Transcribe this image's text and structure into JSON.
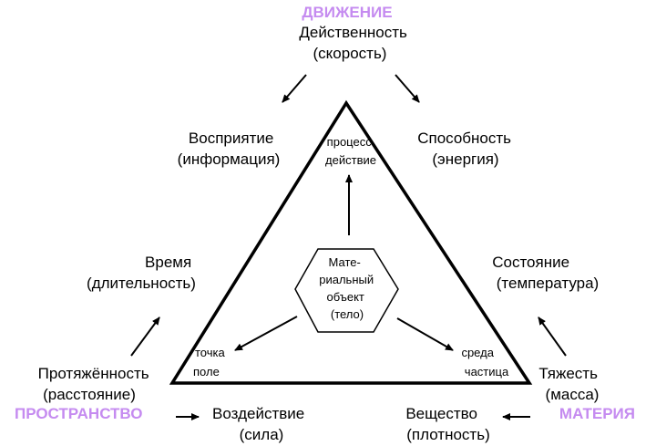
{
  "colors": {
    "accent": "#c58bf0",
    "line": "#000000"
  },
  "vertices": {
    "motion": "ДВИЖЕНИЕ",
    "space": "ПРОСТРАНСТВО",
    "matter": "МАТЕРИЯ"
  },
  "outer": {
    "action": [
      "Действенность",
      "(скорость)"
    ],
    "perception": [
      "Восприятие",
      "(информация)"
    ],
    "capability": [
      "Способность",
      "(энергия)"
    ],
    "time": [
      "Время",
      "(длительность)"
    ],
    "state": [
      "Состояние",
      "(температура)"
    ],
    "extension": [
      "Протяжённость",
      "(расстояние)"
    ],
    "weight": [
      "Тяжесть",
      "(масса)"
    ],
    "impact": [
      "Воздействие",
      "(сила)"
    ],
    "substance": [
      "Вещество",
      "(плотность)"
    ]
  },
  "inner": {
    "process": [
      "процесс",
      "действие"
    ],
    "point": [
      "точка",
      "поле"
    ],
    "medium": [
      "среда",
      "частица"
    ],
    "object": [
      "Мате-",
      "риальный",
      "объект",
      "(тело)"
    ]
  }
}
